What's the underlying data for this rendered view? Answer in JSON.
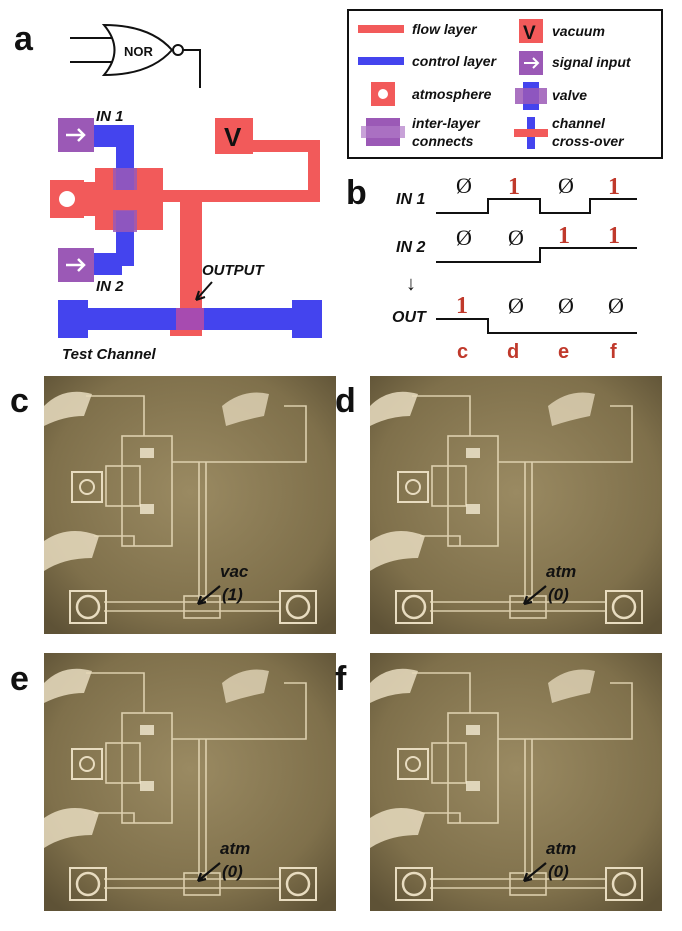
{
  "panel_labels": {
    "a": "a",
    "b": "b",
    "c": "c",
    "d": "d",
    "e": "e",
    "f": "f"
  },
  "gate": {
    "label": "NOR"
  },
  "diagram": {
    "in1": "IN 1",
    "in2": "IN 2",
    "vacuum_symbol": "V",
    "output": "OUTPUT",
    "test_channel": "Test Channel"
  },
  "legend": {
    "flow_layer": "flow layer",
    "control_layer": "control layer",
    "atmosphere": "atmosphere",
    "inter_layer_1": "inter-layer",
    "inter_layer_2": "connects",
    "vacuum": "vacuum",
    "vacuum_symbol": "V",
    "signal_input": "signal input",
    "valve": "valve",
    "crossover_1": "channel",
    "crossover_2": "cross-over"
  },
  "truth_table": {
    "in1_label": "IN 1",
    "in2_label": "IN 2",
    "out_label": "OUT",
    "arrow": "↓",
    "in1": [
      "Ø",
      "1",
      "Ø",
      "1"
    ],
    "in2": [
      "Ø",
      "Ø",
      "1",
      "1"
    ],
    "out": [
      "1",
      "Ø",
      "Ø",
      "Ø"
    ],
    "columns": [
      "c",
      "d",
      "e",
      "f"
    ]
  },
  "photos": [
    {
      "id": "c",
      "line1": "vac",
      "line2": "(1)"
    },
    {
      "id": "d",
      "line1": "atm",
      "line2": "(0)"
    },
    {
      "id": "e",
      "line1": "atm",
      "line2": "(0)"
    },
    {
      "id": "f",
      "line1": "atm",
      "line2": "(0)"
    }
  ],
  "colors": {
    "flow": "#f25a5a",
    "control": "#4444ee",
    "connect": "#9b59b6",
    "photo_bg": "#8a7a55",
    "accent_red": "#c0392b"
  }
}
